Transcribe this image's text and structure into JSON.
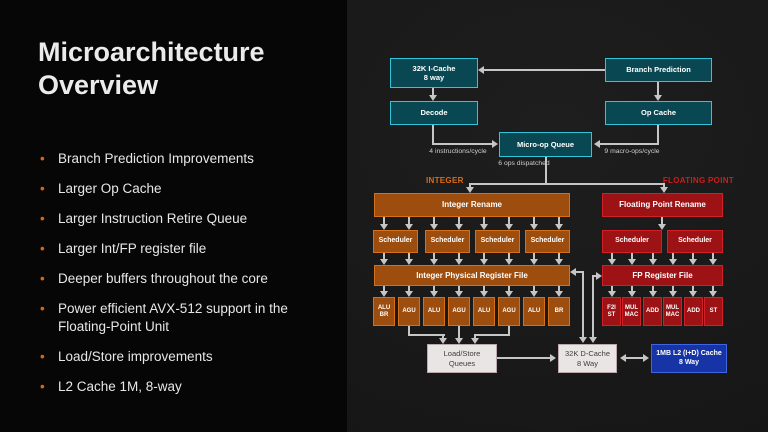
{
  "slide": {
    "title": "Microarchitecture Overview",
    "bullets": [
      "Branch Prediction Improvements",
      "Larger Op Cache",
      "Larger Instruction Retire Queue",
      "Larger Int/FP register file",
      "Deeper buffers throughout the core",
      "Power efficient AVX-512 support in the Floating-Point Unit",
      "Load/Store improvements",
      "L2 Cache 1M, 8-way"
    ]
  },
  "diagram": {
    "front_end": {
      "icache": "32K I-Cache\n8 way",
      "branch_prediction": "Branch Prediction",
      "decode": "Decode",
      "op_cache": "Op Cache",
      "micro_op_queue": "Micro-op Queue",
      "label_instructions": "4 instructions/cycle",
      "label_macro_ops": "9 macro-ops/cycle",
      "label_dispatched": "6 ops dispatched"
    },
    "integer": {
      "section_label": "INTEGER",
      "rename": "Integer Rename",
      "schedulers": [
        "Scheduler",
        "Scheduler",
        "Scheduler",
        "Scheduler"
      ],
      "register_file": "Integer Physical Register File",
      "units": [
        "ALU\nBR",
        "AGU",
        "ALU",
        "AGU",
        "ALU",
        "AGU",
        "ALU",
        "BR"
      ]
    },
    "floating_point": {
      "section_label": "FLOATING POINT",
      "rename": "Floating Point Rename",
      "schedulers": [
        "Scheduler",
        "Scheduler"
      ],
      "register_file": "FP Register File",
      "units": [
        "F2I\nST",
        "MUL\nMAC",
        "ADD",
        "MUL\nMAC",
        "ADD",
        "ST"
      ]
    },
    "memory": {
      "load_store_queues": "Load/Store\nQueues",
      "dcache": "32K D-Cache\n8 Way",
      "l2_cache": "1MB L2 (I+D) Cache\n8 Way"
    },
    "colors": {
      "teal_fill": "#094853",
      "teal_border": "#30c5da",
      "orange_fill": "#9d4d0e",
      "orange_border": "#d4701c",
      "red_fill": "#9c1215",
      "red_border": "#d32026",
      "gray_fill": "#e9e5e5",
      "gray_border": "#b9a9aa",
      "blue_fill": "#1634a6",
      "blue_border": "#3f66e0",
      "integer_label_color": "#df6b16",
      "fp_label_color": "#ce1c1c",
      "arrow_color": "#c6c6c6",
      "bullet_color": "#d9661a"
    }
  }
}
